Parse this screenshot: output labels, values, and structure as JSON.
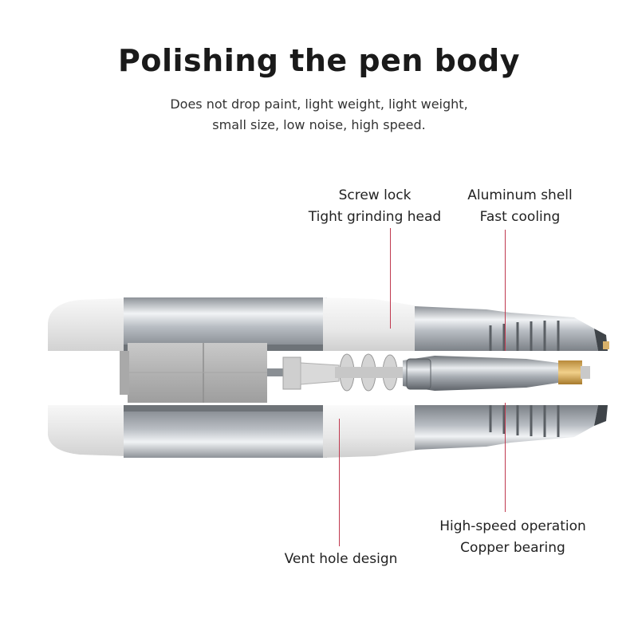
{
  "header": {
    "title": "Polishing the pen body",
    "subtitle_line1": "Does not drop paint, light weight, light weight,",
    "subtitle_line2": "small size, low noise, high speed."
  },
  "callouts": {
    "screw_lock": {
      "line1": "Screw lock",
      "line2": "Tight grinding head"
    },
    "aluminum_shell": {
      "line1": "Aluminum shell",
      "line2": "Fast cooling"
    },
    "high_speed": {
      "line1": "High-speed operation",
      "line2": "Copper bearing"
    },
    "vent_hole": {
      "line1": "Vent hole design"
    }
  },
  "colors": {
    "leader_line": "#c0394f",
    "title": "#1a1a1a",
    "text": "#333333"
  }
}
